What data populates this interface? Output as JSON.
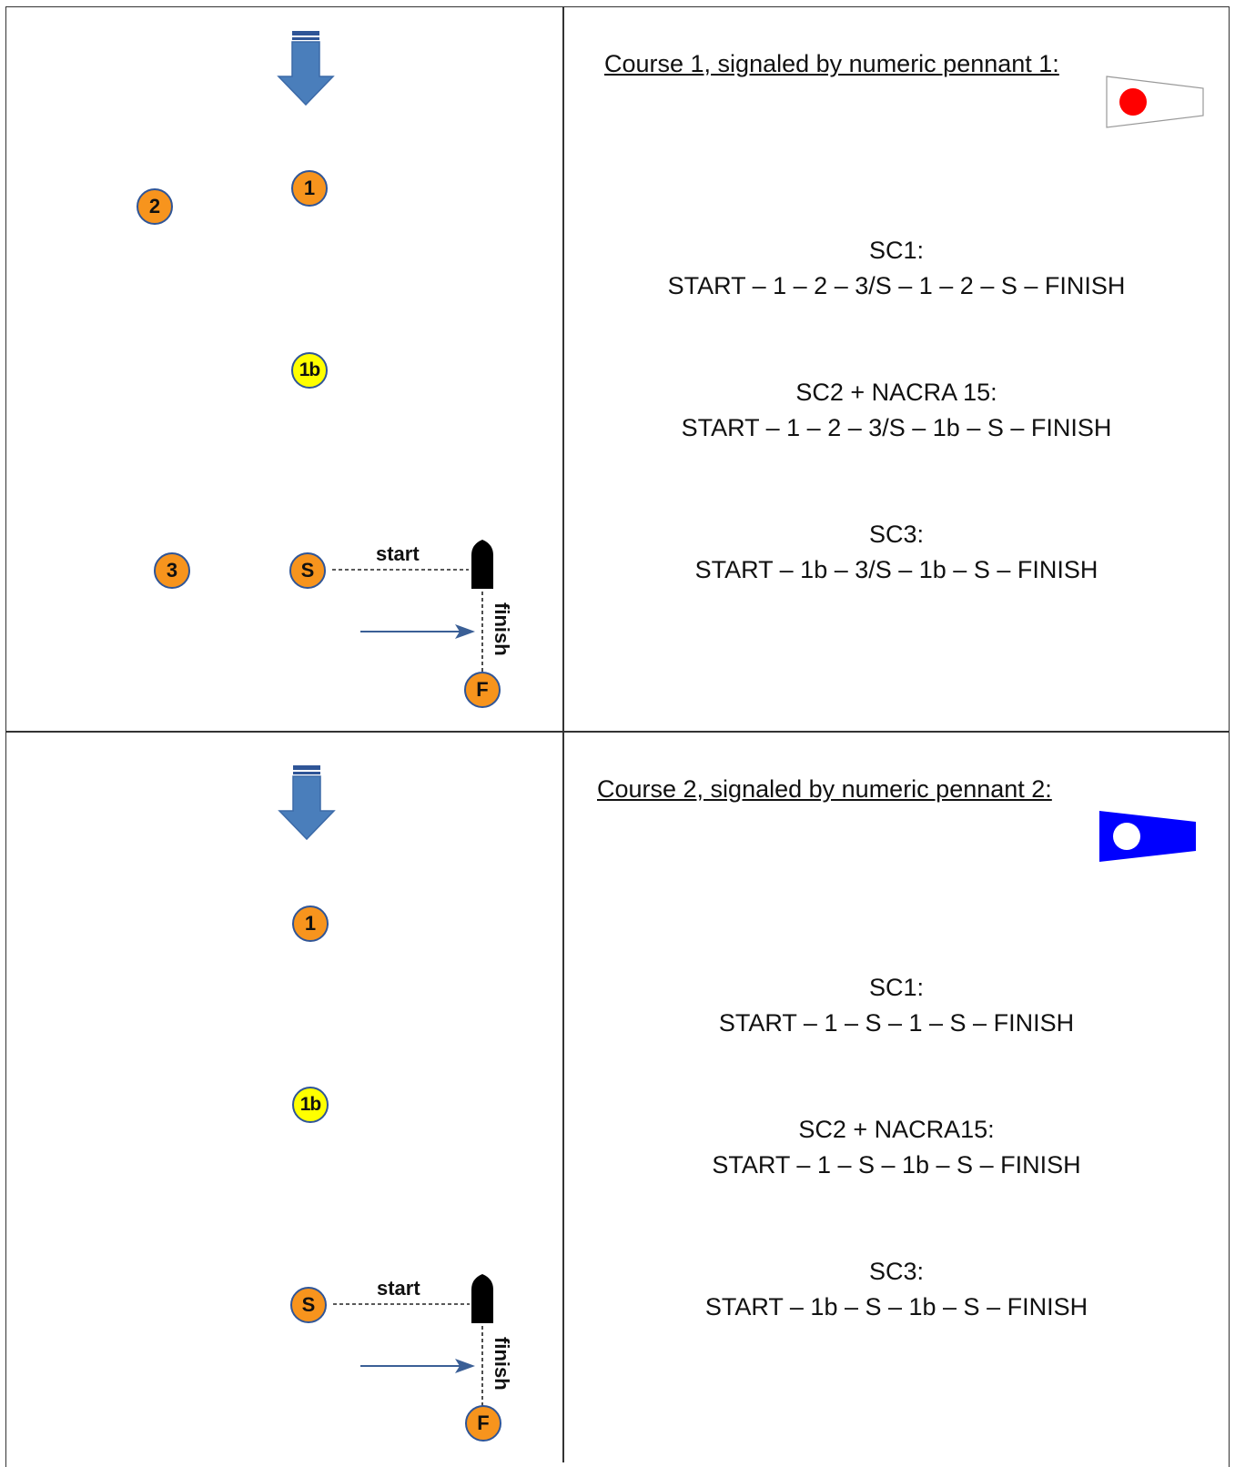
{
  "courses": [
    {
      "title": "Course 1, signaled by numeric pennant 1:",
      "pennant": {
        "name": "numeric-pennant-1",
        "field_color": "#ffffff",
        "dot_color": "#ff0000"
      },
      "marks": {
        "m1": "1",
        "m2": "2",
        "m1b": "1b",
        "m3": "3",
        "mS": "S",
        "mF": "F"
      },
      "start_label": "start",
      "finish_label": "finish",
      "sequences": [
        {
          "name": "SC1:",
          "route": "START – 1 – 2 – 3/S – 1 – 2 – S – FINISH"
        },
        {
          "name": "SC2 + NACRA 15:",
          "route": "START – 1 – 2 – 3/S – 1b – S – FINISH"
        },
        {
          "name": "SC3:",
          "route": "START – 1b – 3/S – 1b – S – FINISH"
        }
      ]
    },
    {
      "title": "Course 2, signaled by numeric pennant 2:",
      "pennant": {
        "name": "numeric-pennant-2",
        "field_color": "#0000ff",
        "dot_color": "#ffffff"
      },
      "marks": {
        "m1": "1",
        "m1b": "1b",
        "mS": "S",
        "mF": "F"
      },
      "start_label": "start",
      "finish_label": "finish",
      "sequences": [
        {
          "name": "SC1:",
          "route": "START – 1 – S – 1 – S – FINISH"
        },
        {
          "name": "SC2 + NACRA15:",
          "route": "START – 1 – S – 1b – S – FINISH"
        },
        {
          "name": "SC3:",
          "route": "START – 1b – S – 1b – S – FINISH"
        }
      ]
    }
  ],
  "colors": {
    "mark_orange": "#f7941d",
    "mark_yellow": "#ffff00",
    "mark_border": "#2f5597",
    "wind_arrow": "#4a7ebb",
    "approach_arrow": "#3a5f96",
    "committee_boat": "#000000"
  }
}
